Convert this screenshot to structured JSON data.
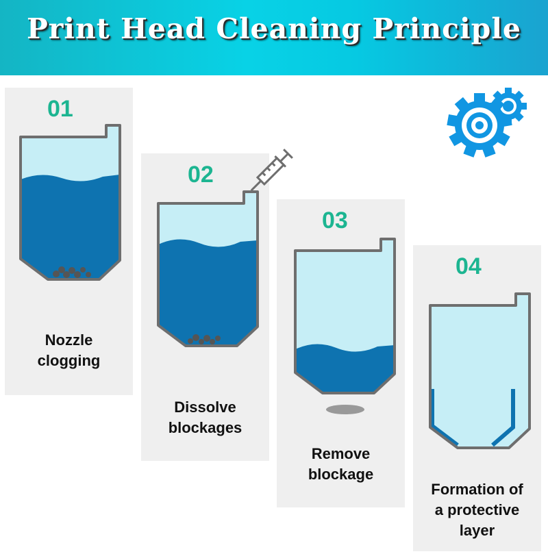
{
  "title": "Print Head Cleaning Principle",
  "colors": {
    "banner": "#08d2e6",
    "step_number": "#1cb591",
    "light_fluid": "#c6eef6",
    "dark_fluid": "#0e73b0",
    "tank_outline": "#6e6e6e",
    "gear": "#1196e2"
  },
  "icons": {
    "gear": "gears-icon",
    "syringe": "syringe-icon"
  },
  "steps": [
    {
      "number": "01",
      "caption_line1": "Nozzle",
      "caption_line2": "clogging",
      "fluid_level": 0.62
    },
    {
      "number": "02",
      "caption_line1": "Dissolve",
      "caption_line2": "blockages",
      "fluid_level": 0.7
    },
    {
      "number": "03",
      "caption_line1": "Remove",
      "caption_line2": "blockage",
      "fluid_level": 0.3
    },
    {
      "number": "04",
      "caption_line1": "Formation of",
      "caption_line2": "a protective",
      "caption_line3": "layer",
      "fluid_level": 0
    }
  ]
}
